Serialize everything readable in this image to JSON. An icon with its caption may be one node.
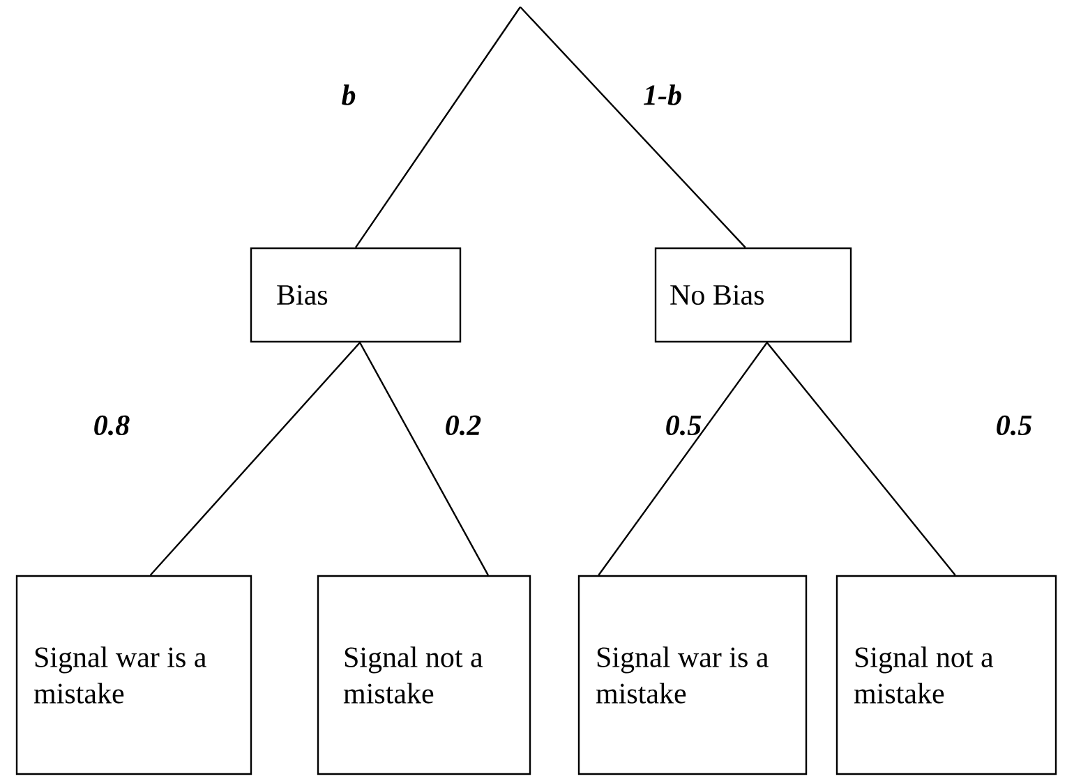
{
  "diagram": {
    "nodes": [
      {
        "text": [
          "Bias"
        ]
      },
      {
        "text": [
          "No Bias"
        ]
      },
      {
        "text": [
          "Signal war is a mistake"
        ]
      },
      {
        "text": [
          "Signal not a mistake"
        ]
      },
      {
        "text": [
          "Signal war is a mistake"
        ]
      },
      {
        "text": [
          "Signal not a mistake"
        ]
      }
    ],
    "edges": [
      {
        "from": null,
        "to": 0,
        "arrow": "none",
        "label": "b"
      },
      {
        "from": null,
        "to": 1,
        "arrow": "none",
        "label": "1-b"
      },
      {
        "from": 0,
        "to": 2,
        "arrow": "none",
        "label": "0.8"
      },
      {
        "from": 0,
        "to": 3,
        "arrow": "none",
        "label": "0.2"
      },
      {
        "from": 1,
        "to": 4,
        "arrow": "none",
        "label": "0.5"
      },
      {
        "from": 1,
        "to": 5,
        "arrow": "none",
        "label": "0.5"
      }
    ]
  }
}
